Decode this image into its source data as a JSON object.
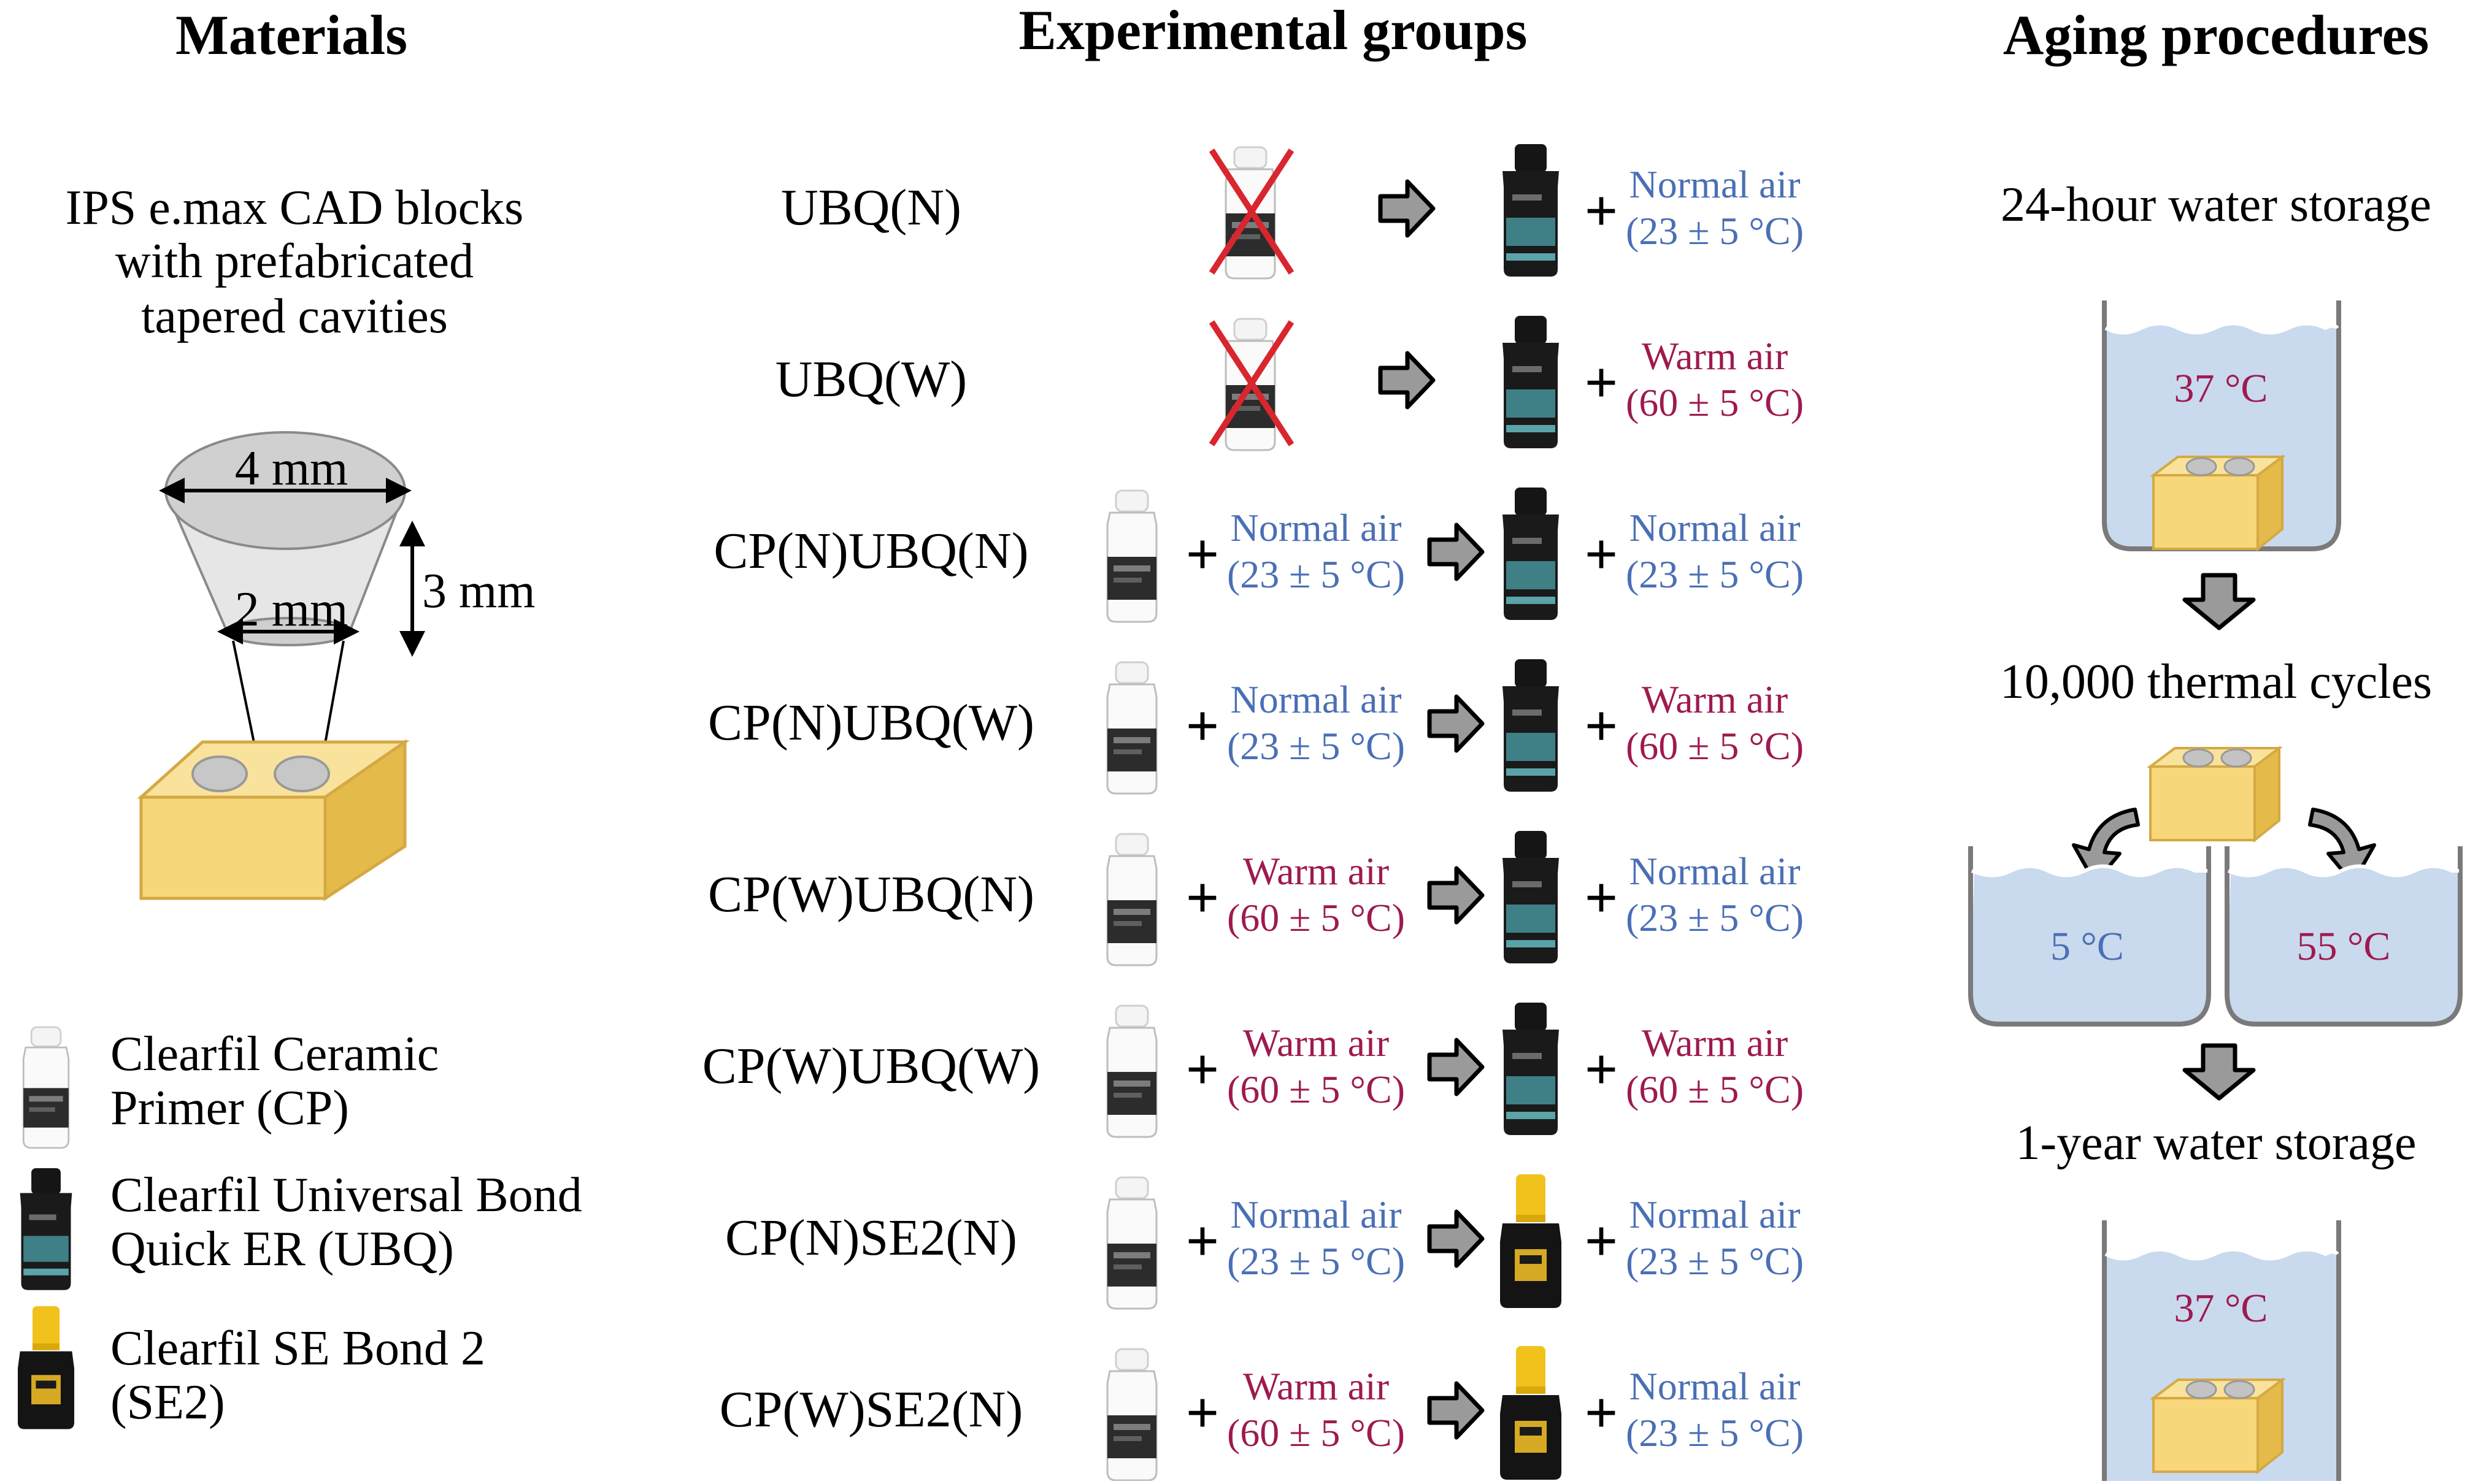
{
  "headers": {
    "materials": "Materials",
    "groups": "Experimental groups",
    "aging": "Aging procedures"
  },
  "materials": {
    "block_desc": [
      "IPS e.max CAD blocks",
      "with prefabricated",
      "tapered cavities"
    ],
    "dim_top": "4 mm",
    "dim_bottom": "2 mm",
    "dim_height": "3 mm",
    "legend": [
      {
        "icon": "cp-bottle-icon",
        "lines": [
          "Clearfil Ceramic",
          "Primer (CP)"
        ]
      },
      {
        "icon": "ubq-bottle-icon",
        "lines": [
          "Clearfil Universal Bond",
          "Quick ER (UBQ)"
        ]
      },
      {
        "icon": "se2-bottle-icon",
        "lines": [
          "Clearfil SE Bond 2",
          "(SE2)"
        ]
      }
    ]
  },
  "conditions": {
    "normal": {
      "name": "Normal air",
      "temp": "(23 ± 5 °C)",
      "color": "#4a6fb5"
    },
    "warm": {
      "name": "Warm air",
      "temp": "(60 ± 5 °C)",
      "color": "#9e1a50"
    }
  },
  "groups": [
    {
      "name": "UBQ(N)",
      "primer": "none",
      "adhesive": "UBQ",
      "adhesive_air": "normal"
    },
    {
      "name": "UBQ(W)",
      "primer": "none",
      "adhesive": "UBQ",
      "adhesive_air": "warm"
    },
    {
      "name": "CP(N)UBQ(N)",
      "primer": "CP",
      "primer_air": "normal",
      "adhesive": "UBQ",
      "adhesive_air": "normal"
    },
    {
      "name": "CP(N)UBQ(W)",
      "primer": "CP",
      "primer_air": "normal",
      "adhesive": "UBQ",
      "adhesive_air": "warm"
    },
    {
      "name": "CP(W)UBQ(N)",
      "primer": "CP",
      "primer_air": "warm",
      "adhesive": "UBQ",
      "adhesive_air": "normal"
    },
    {
      "name": "CP(W)UBQ(W)",
      "primer": "CP",
      "primer_air": "warm",
      "adhesive": "UBQ",
      "adhesive_air": "warm"
    },
    {
      "name": "CP(N)SE2(N)",
      "primer": "CP",
      "primer_air": "normal",
      "adhesive": "SE2",
      "adhesive_air": "normal"
    },
    {
      "name": "CP(W)SE2(N)",
      "primer": "CP",
      "primer_air": "warm",
      "adhesive": "SE2",
      "adhesive_air": "normal"
    }
  ],
  "aging": {
    "step1": "24-hour water storage",
    "temp1": "37 °C",
    "step2": "10,000 thermal cycles",
    "cold": "5 °C",
    "hot": "55 °C",
    "step3": "1-year water storage",
    "temp3": "37 °C"
  },
  "colors": {
    "normal_text": "#4a6fb5",
    "warm_text": "#9e1a50",
    "water": "#c9d9ee",
    "block": "#f7d77a",
    "arrow": "#9a9a9a",
    "cross": "#d9262e"
  }
}
